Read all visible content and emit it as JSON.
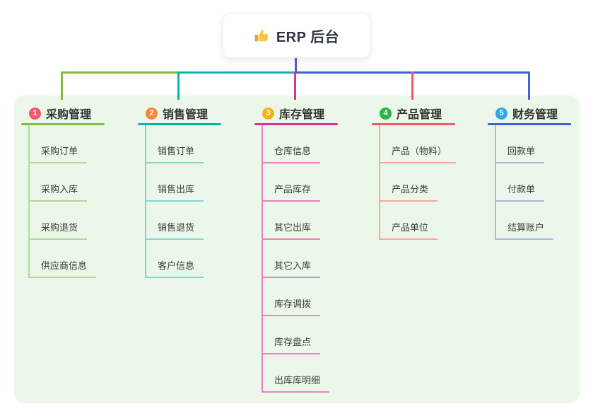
{
  "root": {
    "title": "ERP 后台",
    "icon": "thumbs-up"
  },
  "branches": [
    {
      "num": "1",
      "title": "采购管理",
      "color": "#82ba43",
      "light_color": "#b4d99c",
      "badge_color": "#f4586e",
      "children": [
        "采购订单",
        "采购入库",
        "采购退货",
        "供应商信息"
      ]
    },
    {
      "num": "2",
      "title": "销售管理",
      "color": "#0ab3b0",
      "light_color": "#84d4cd",
      "badge_color": "#f8873d",
      "children": [
        "销售订单",
        "销售出库",
        "销售退货",
        "客户信息"
      ]
    },
    {
      "num": "3",
      "title": "库存管理",
      "color": "#da2f9e",
      "light_color": "#f17ec0",
      "badge_color": "#fbb115",
      "children": [
        "仓库信息",
        "产品库存",
        "其它出库",
        "其它入库",
        "库存调拨",
        "库存盘点",
        "出库库明细"
      ]
    },
    {
      "num": "4",
      "title": "产品管理",
      "color": "#f4566a",
      "light_color": "#f9a5a3",
      "badge_color": "#2cb44b",
      "children": [
        "产品（物料）",
        "产品分类",
        "产品单位"
      ]
    },
    {
      "num": "5",
      "title": "财务管理",
      "color": "#3e63d8",
      "light_color": "#a9b9dd",
      "badge_color": "#2ba7e8",
      "children": [
        "回款单",
        "付款单",
        "结算账户"
      ]
    }
  ],
  "colors": {
    "trunk": "#5062cf",
    "panel_bg": "#ebf7e8",
    "page_bg": "#ffffff"
  }
}
